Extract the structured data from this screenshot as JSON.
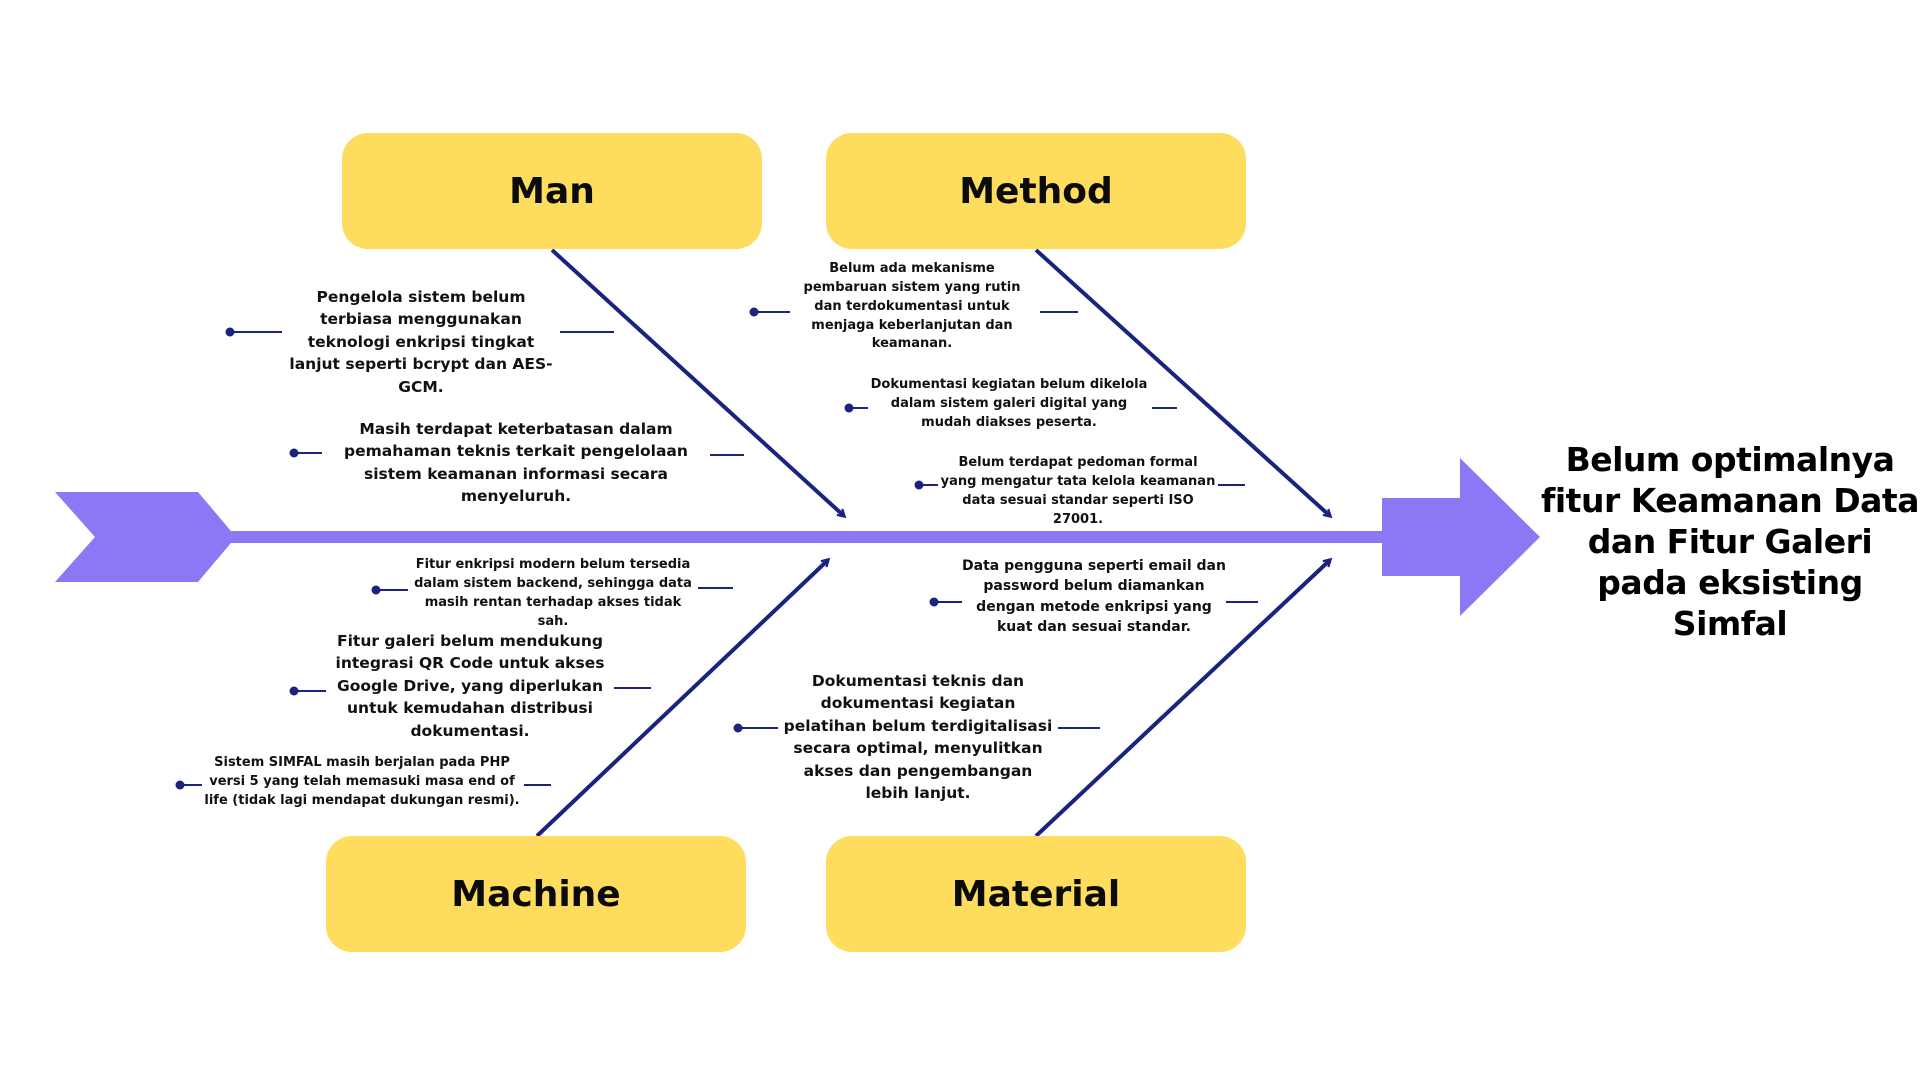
{
  "effect": {
    "title": "Belum optimalnya fitur Keamanan Data dan Fitur Galeri pada eksisting Simfal"
  },
  "categories": [
    {
      "label": "Man"
    },
    {
      "label": "Method"
    },
    {
      "label": "Machine"
    },
    {
      "label": "Material"
    }
  ],
  "causes": {
    "man": [
      "Pengelola sistem belum terbiasa menggunakan teknologi enkripsi tingkat lanjut seperti bcrypt dan AES-GCM.",
      "Masih terdapat keterbatasan dalam pemahaman teknis terkait pengelolaan sistem keamanan informasi secara menyeluruh."
    ],
    "method": [
      "Belum ada mekanisme pembaruan sistem yang rutin dan terdokumentasi untuk menjaga keberlanjutan dan keamanan.",
      "Dokumentasi kegiatan belum dikelola dalam sistem galeri digital yang mudah diakses peserta.",
      "Belum terdapat pedoman formal yang mengatur tata kelola keamanan data sesuai standar seperti ISO 27001."
    ],
    "machine": [
      "Fitur enkripsi modern belum tersedia dalam sistem backend, sehingga data masih rentan terhadap akses tidak sah.",
      "Fitur galeri belum mendukung integrasi QR Code untuk akses Google Drive, yang diperlukan untuk kemudahan distribusi dokumentasi.",
      "Sistem SIMFAL masih berjalan pada PHP versi 5 yang telah memasuki masa end of life (tidak lagi mendapat dukungan resmi)."
    ],
    "material": [
      "Data pengguna seperti email dan password belum diamankan dengan metode enkripsi yang kuat dan sesuai standar.",
      "Dokumentasi teknis dan dokumentasi kegiatan pelatihan belum terdigitalisasi secara optimal, menyulitkan akses dan pengembangan lebih lanjut."
    ]
  },
  "colors": {
    "spine": "#8b78f5",
    "bone": "#1a237e",
    "category_fill": "#fedc5e",
    "text": "#111111"
  }
}
